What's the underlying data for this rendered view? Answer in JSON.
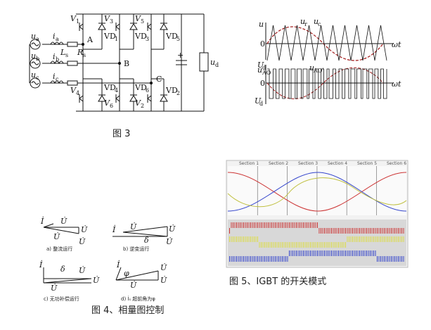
{
  "fig3": {
    "caption": "图 3",
    "labels": {
      "V1": "V",
      "V1s": "1",
      "V3": "V",
      "V3s": "3",
      "V5": "V",
      "V5s": "5",
      "VD1": "VD",
      "VD1s": "1",
      "VD3": "VD",
      "VD3s": "3",
      "VD5": "VD",
      "VD5s": "5",
      "VD4": "VD",
      "VD4s": "4",
      "VD6": "VD",
      "VD6s": "6",
      "VD2": "VD",
      "VD2s": "2",
      "V4": "V",
      "V4s": "4",
      "V6": "V",
      "V6s": "6",
      "V2": "V",
      "V2s": "2",
      "ua": "u",
      "uas": "a",
      "ub": "u",
      "ubs": "b",
      "uc": "u",
      "ucs": "c",
      "ia": "i",
      "ias": "a",
      "ib": "i",
      "ibs": "b",
      "ic": "i",
      "ics": "c",
      "Ls": "L",
      "Lss": "s",
      "Rs": "R",
      "Rss": "s",
      "A": "A",
      "B": "B",
      "C": "C",
      "Cplus": "+",
      "ud": "u",
      "uds": "d"
    }
  },
  "wave": {
    "u": "u",
    "ur": "u",
    "urs": "r",
    "uc": "u",
    "ucs": "c",
    "zero1": "0",
    "zero2": "0",
    "wt1": "ωt",
    "wt2": "ωt",
    "uAO": "u",
    "uAOs": "AO",
    "uAOp": "u",
    "uAOps": "AOʹ",
    "Ud2": "U",
    "Ud2s": "d",
    "Ud2n": "U",
    "Ud2ns": "d",
    "half": "2"
  },
  "fig4": {
    "caption": "图 4、相量图控制",
    "a": "a) 整流运行",
    "b": "b) 逆变运行",
    "c": "c) 无功补偿运行",
    "d": "d) İₛ 超前角为φ",
    "Is": "İ",
    "IsS": "s",
    "Us": "U̇",
    "UsS": "s",
    "UL": "U̇",
    "ULS": "L",
    "UR": "U̇",
    "URS": "R",
    "UAB": "U̇",
    "UABS": "AB",
    "delta": "δ",
    "phi": "φ"
  },
  "fig5": {
    "caption": "图 5、IGBT 的开关模式",
    "sectors": [
      "Section 1",
      "Section 2",
      "Section 3",
      "Section 4",
      "Section 5",
      "Section 6"
    ]
  },
  "colors": {
    "red": "#cc3333",
    "blue": "#3344cc",
    "yellow": "#dddd44",
    "grayPanel": "#e8e8e8"
  }
}
